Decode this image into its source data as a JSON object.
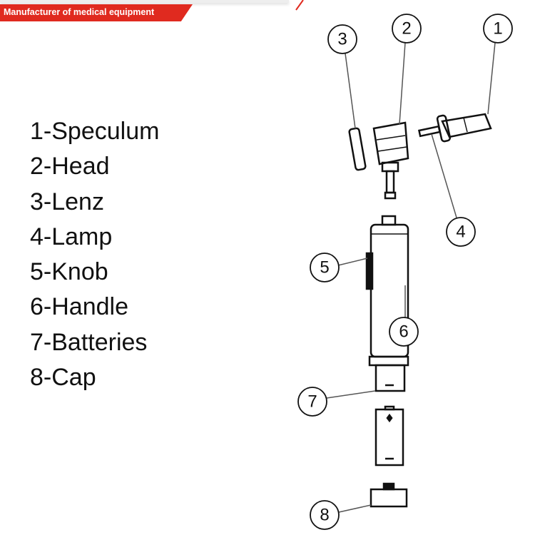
{
  "banner": {
    "text": "Manufacturer of medical equipment",
    "color": "#e02a1f"
  },
  "parts": [
    {
      "number": "1",
      "label": "1-Speculum"
    },
    {
      "number": "2",
      "label": "2-Head"
    },
    {
      "number": "3",
      "label": "3-Lenz"
    },
    {
      "number": "4",
      "label": "4-Lamp"
    },
    {
      "number": "5",
      "label": "5-Knob"
    },
    {
      "number": "6",
      "label": "6-Handle"
    },
    {
      "number": "7",
      "label": "7-Batteries"
    },
    {
      "number": "8",
      "label": "8-Cap"
    }
  ]
}
